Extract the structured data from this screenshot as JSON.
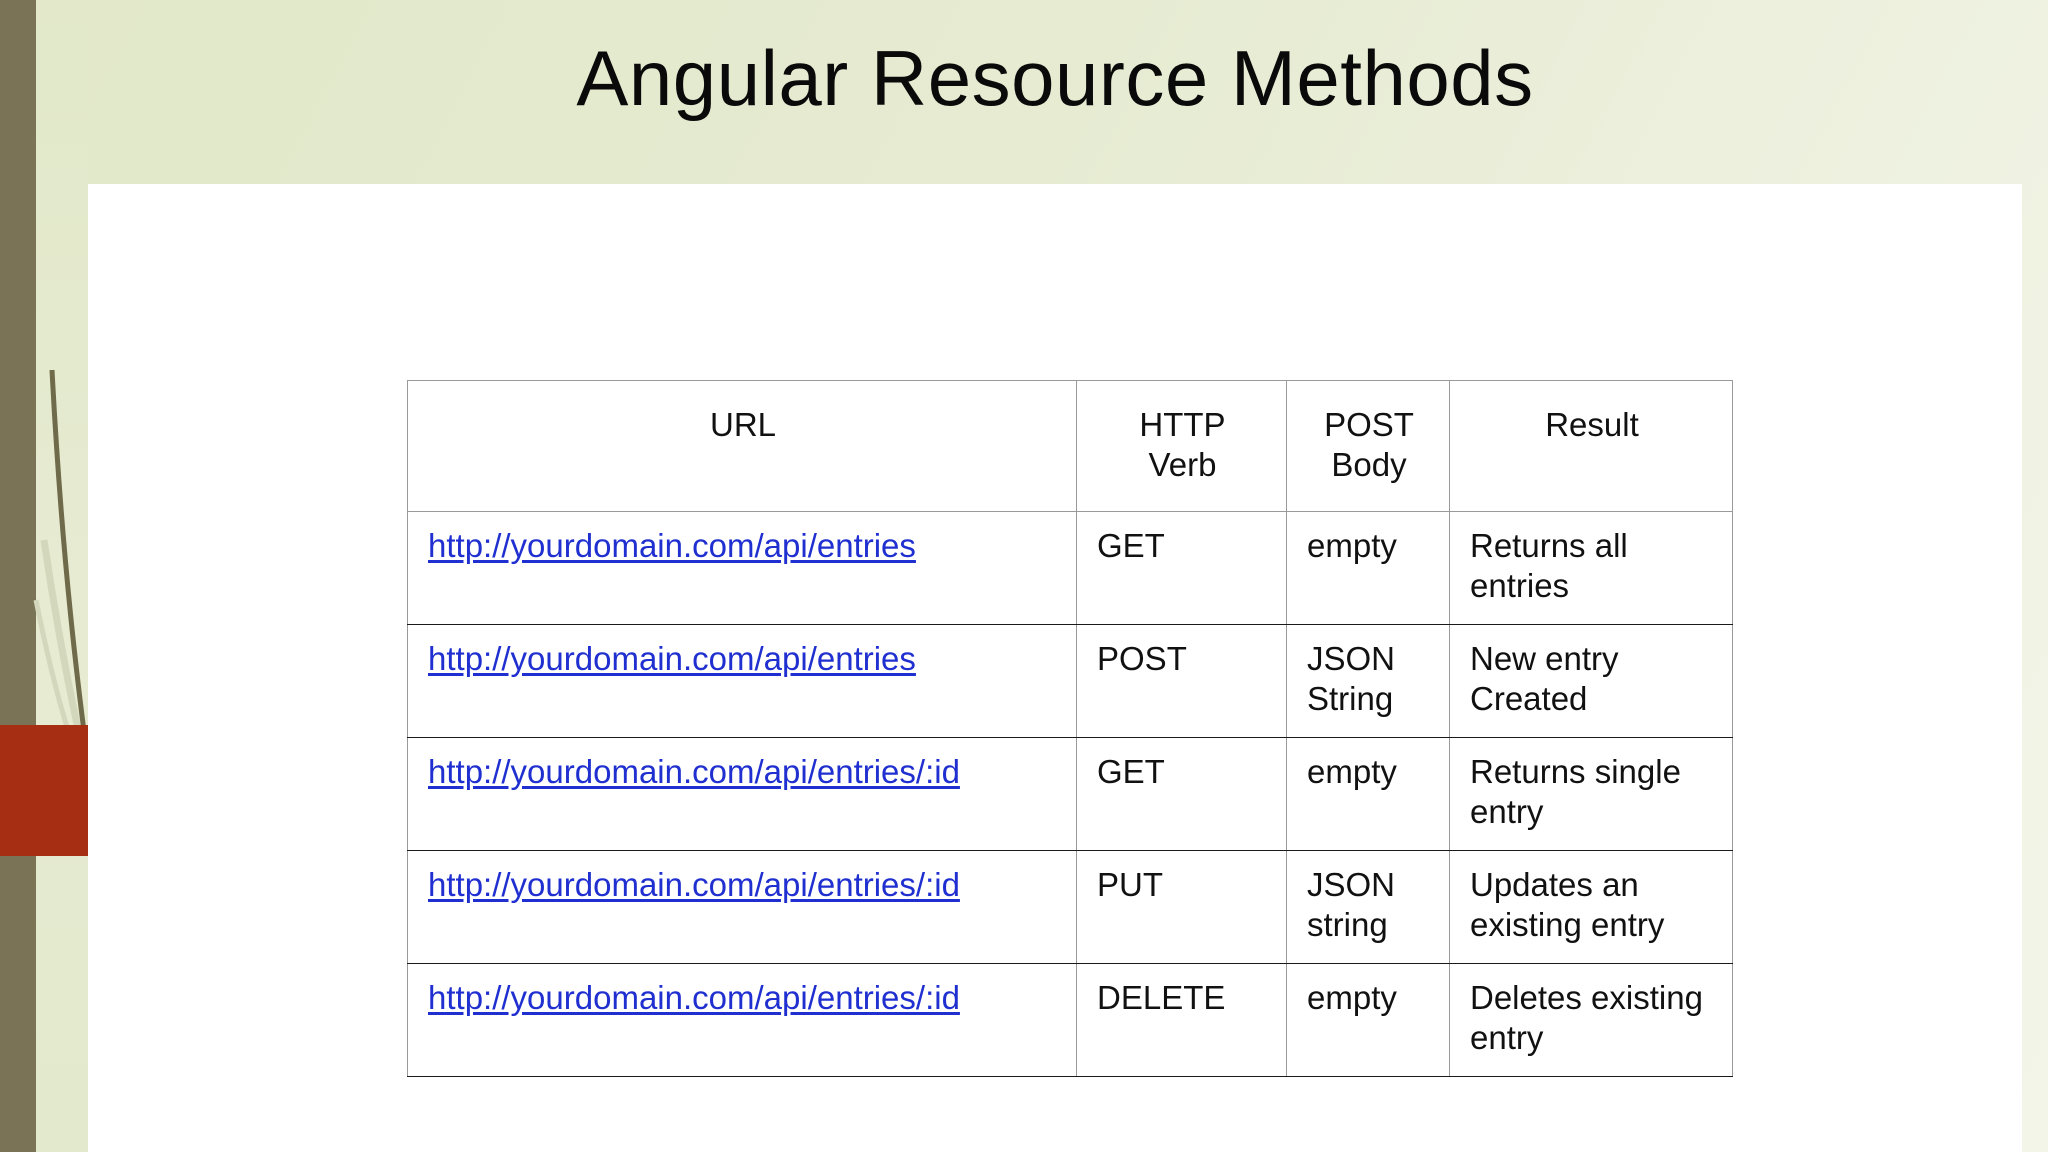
{
  "slide": {
    "title": "Angular Resource Methods"
  },
  "theme": {
    "background_start": "#E1E8C8",
    "background_end": "#F3F5E9",
    "dark_bar": "#7A7355",
    "accent_red": "#A62E13",
    "stem_color": "#6E6A4A",
    "panel": "#FFFFFF",
    "link_color": "#1F2FD0",
    "table_border": "#9A9A9A",
    "table_row_border": "#1A1A1A",
    "text_color": "#111111"
  },
  "table": {
    "headers": [
      {
        "line1": "URL",
        "line2": ""
      },
      {
        "line1": "HTTP",
        "line2": "Verb"
      },
      {
        "line1": "POST",
        "line2": "Body"
      },
      {
        "line1": "Result",
        "line2": ""
      }
    ],
    "rows": [
      {
        "url": "http://yourdomain.com/api/entries",
        "verb": "GET",
        "body": "empty",
        "result": "Returns all entries"
      },
      {
        "url": "http://yourdomain.com/api/entries",
        "verb": "POST",
        "body": "JSON String",
        "result": "New entry Created"
      },
      {
        "url": "http://yourdomain.com/api/entries/:id",
        "verb": "GET",
        "body": "empty",
        "result": "Returns single entry"
      },
      {
        "url": "http://yourdomain.com/api/entries/:id",
        "verb": "PUT",
        "body": "JSON string",
        "result": "Updates an existing entry"
      },
      {
        "url": "http://yourdomain.com/api/entries/:id",
        "verb": "DELETE",
        "body": "empty",
        "result": "Deletes existing entry"
      }
    ]
  }
}
